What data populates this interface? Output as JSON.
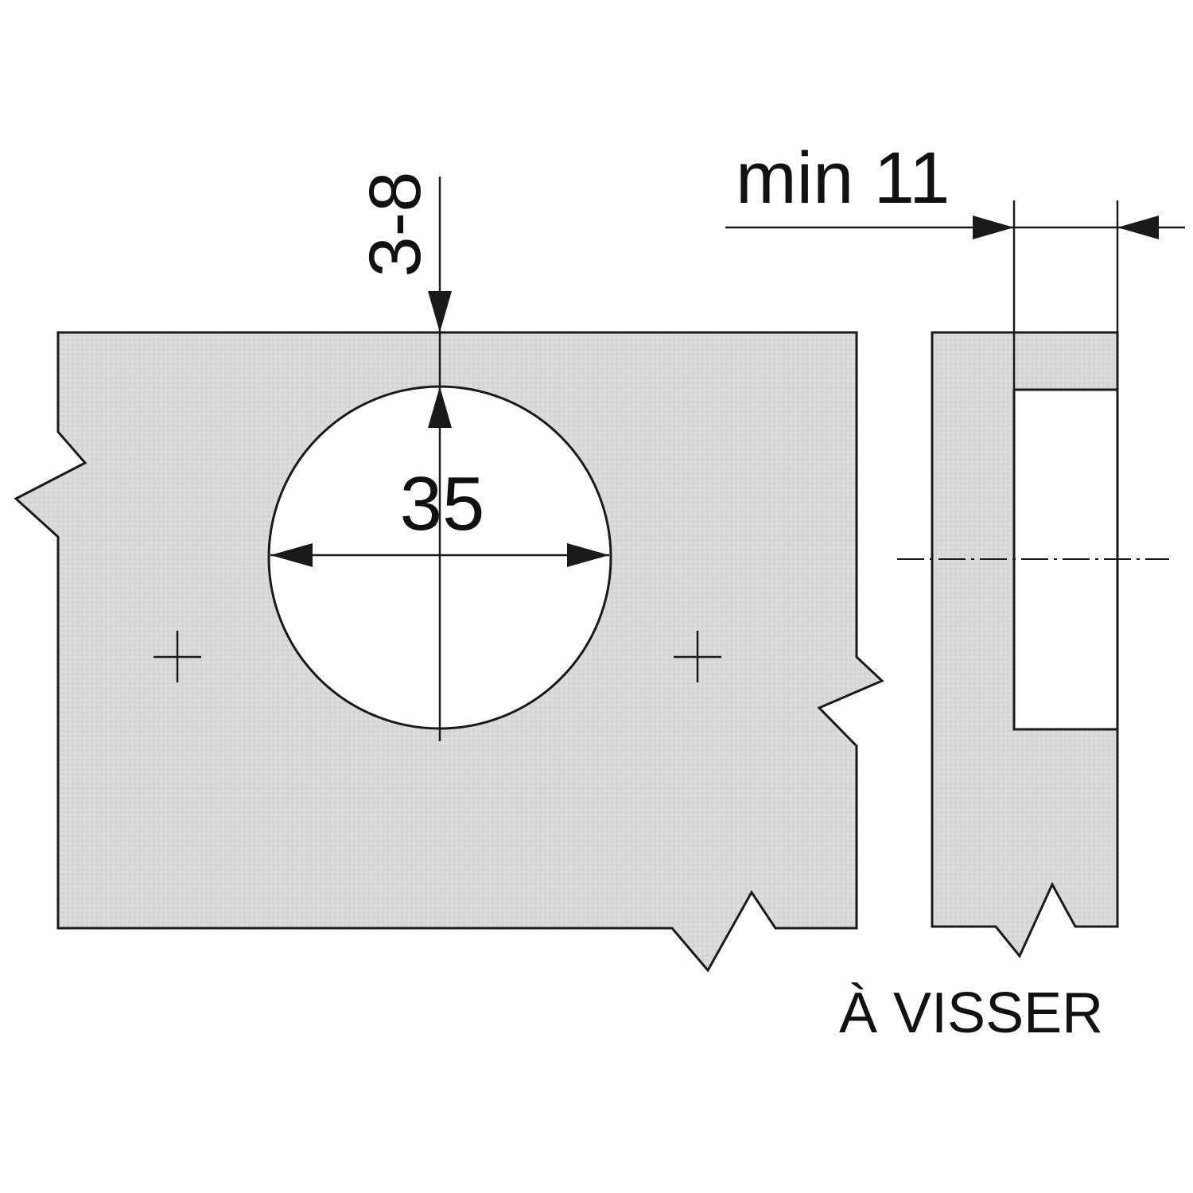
{
  "labels": {
    "edge_distance": "3-8",
    "hole_diameter": "35",
    "min_thickness": "min 11",
    "mounting_note": "À VISSER"
  },
  "colors": {
    "panel_fill": "#d9d9d9",
    "line": "#1a1a1a",
    "background": "#ffffff"
  }
}
